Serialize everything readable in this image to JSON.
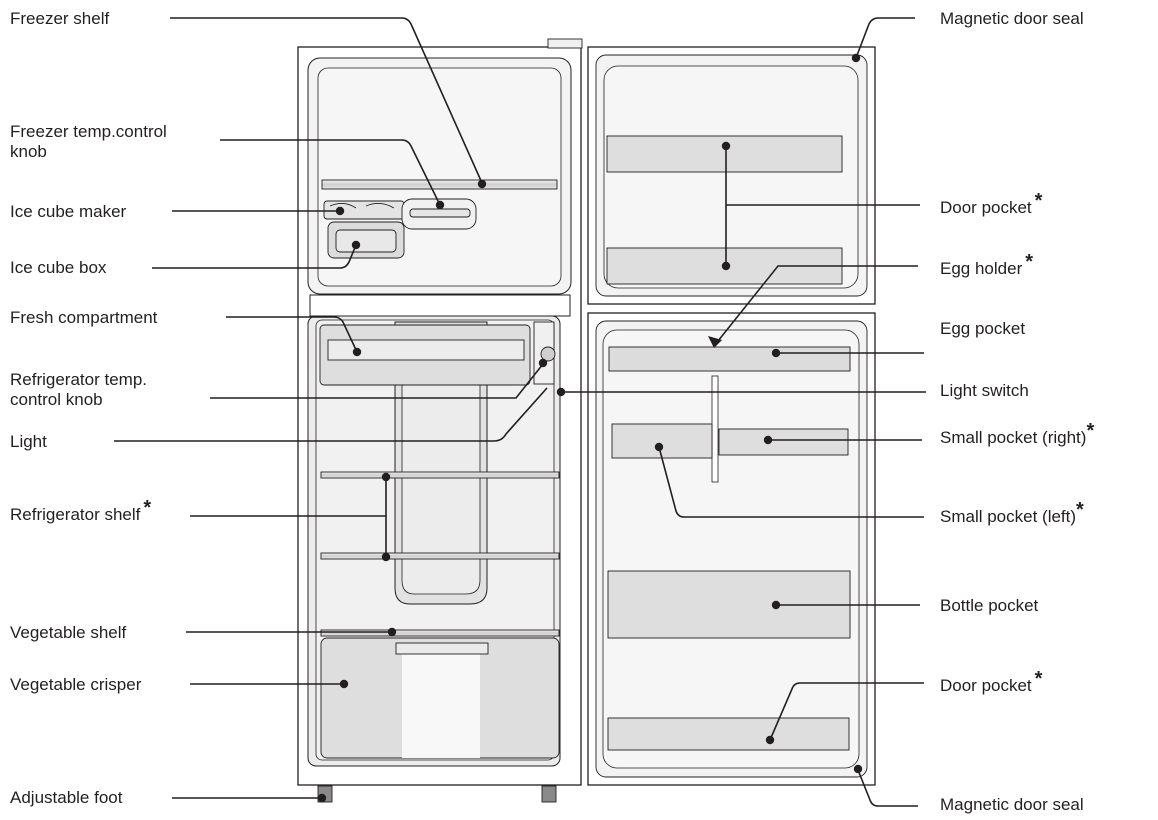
{
  "labels_left": {
    "freezer_shelf": "Freezer shelf",
    "freezer_knob_1": "Freezer temp.control",
    "freezer_knob_2": "knob",
    "ice_cube_maker": "Ice cube maker",
    "ice_cube_box": "Ice cube box",
    "fresh_compartment": "Fresh compartment",
    "fridge_knob_1": "Refrigerator temp.",
    "fridge_knob_2": "control knob",
    "light": "Light",
    "refrigerator_shelf": "Refrigerator shelf",
    "vegetable_shelf": "Vegetable shelf",
    "vegetable_crisper": "Vegetable crisper",
    "adjustable_foot": "Adjustable foot"
  },
  "labels_right": {
    "magnetic_seal_top": "Magnetic door seal",
    "door_pocket_top": "Door pocket",
    "egg_holder": "Egg holder",
    "egg_pocket": "Egg pocket",
    "light_switch": "Light switch",
    "small_pocket_right": "Small pocket (right)",
    "small_pocket_left": "Small pocket (left)",
    "bottle_pocket": "Bottle pocket",
    "door_pocket_bottom": "Door pocket",
    "magnetic_seal_bottom": "Magnetic door seal"
  },
  "asterisk": "*",
  "colors": {
    "line": "#231f20",
    "panel": "#ebebeb",
    "part": "#d9d9d9"
  }
}
